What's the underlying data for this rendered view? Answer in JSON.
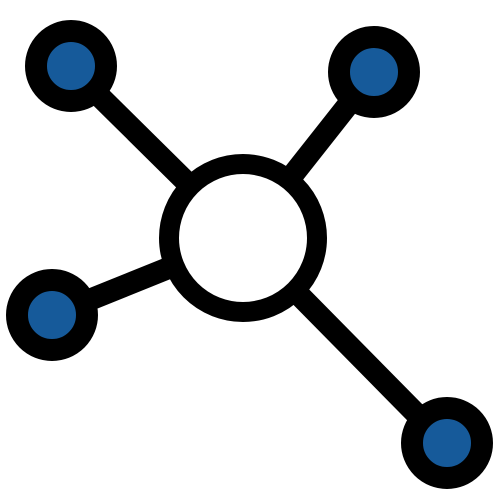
{
  "icon": {
    "name": "network-hub-icon",
    "colors": {
      "stroke": "#000000",
      "center_fill": "#ffffff",
      "node_fill": "#165a9a",
      "background": "#ffffff"
    },
    "satellite_nodes": [
      {
        "name": "top-left"
      },
      {
        "name": "top-right"
      },
      {
        "name": "left"
      },
      {
        "name": "bottom-right"
      }
    ]
  }
}
